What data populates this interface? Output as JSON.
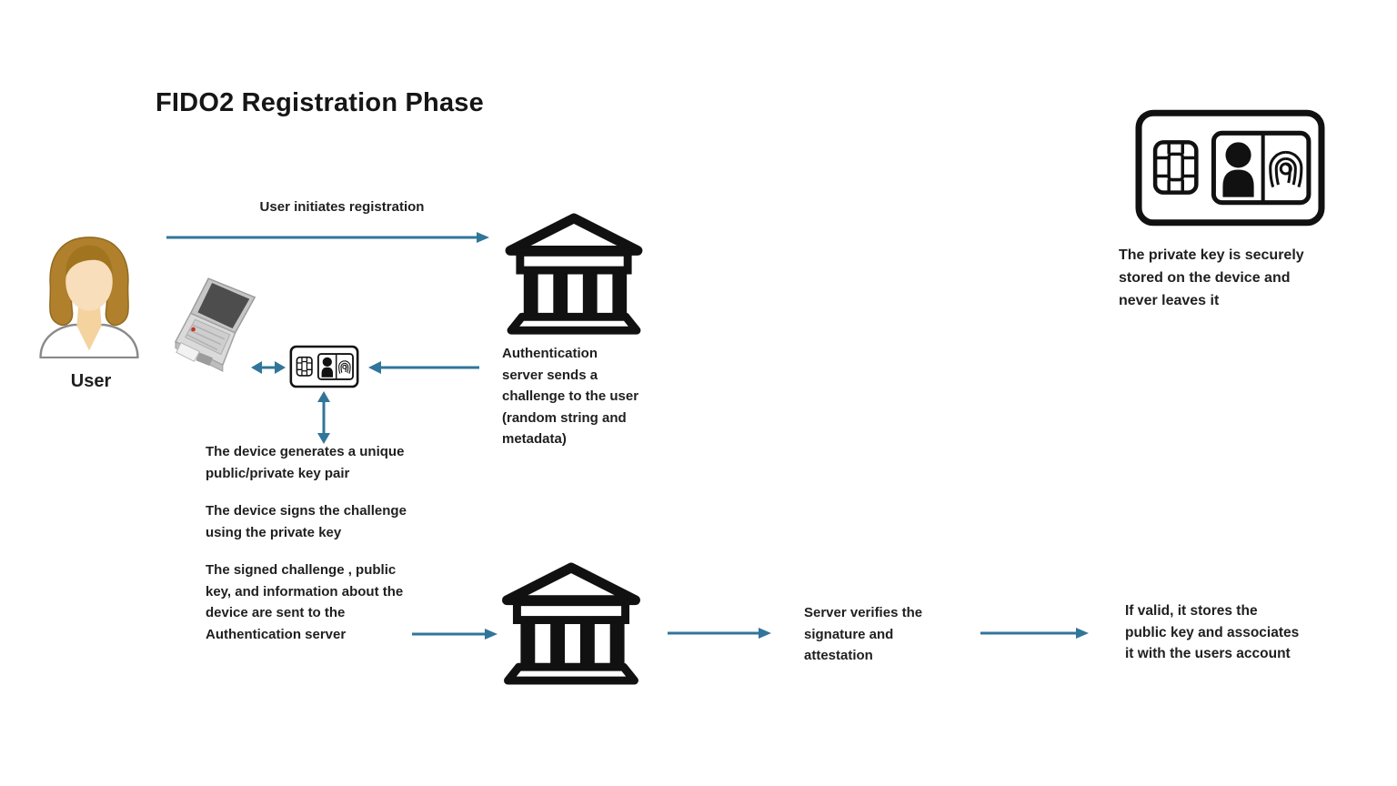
{
  "title": "FIDO2 Registration Phase",
  "colors": {
    "arrow": "#31759B",
    "icon": "#111111",
    "text": "#1f1f1f",
    "hair": "#b0802c",
    "hair_dark": "#a1751f",
    "skin": "#f9debc",
    "skin_shadow": "#f4d39f"
  },
  "actors": {
    "user_label": "User"
  },
  "steps": {
    "initiate": "User initiates registration",
    "challenge": "Authentication\nserver sends a\nchallenge to the user\n(random string and\nmetadata)",
    "generate": "The device generates a unique\npublic/private key pair",
    "sign": "The device signs the challenge\nusing the private key",
    "send": "The signed challenge , public\nkey, and information about the\ndevice are sent to the\nAuthentication server",
    "verify": "Server verifies the\nsignature and\nattestation",
    "store": "If valid, it stores the\npublic key and associates\nit with the users account",
    "private_key_note": "The private key is securely\nstored on the device and\nnever leaves it"
  },
  "icons": {
    "user_figure": "user-person-clipart",
    "laptop": "laptop-clipart",
    "security_key": "smartcard-chip-person-fingerprint",
    "server": "bank-building"
  }
}
